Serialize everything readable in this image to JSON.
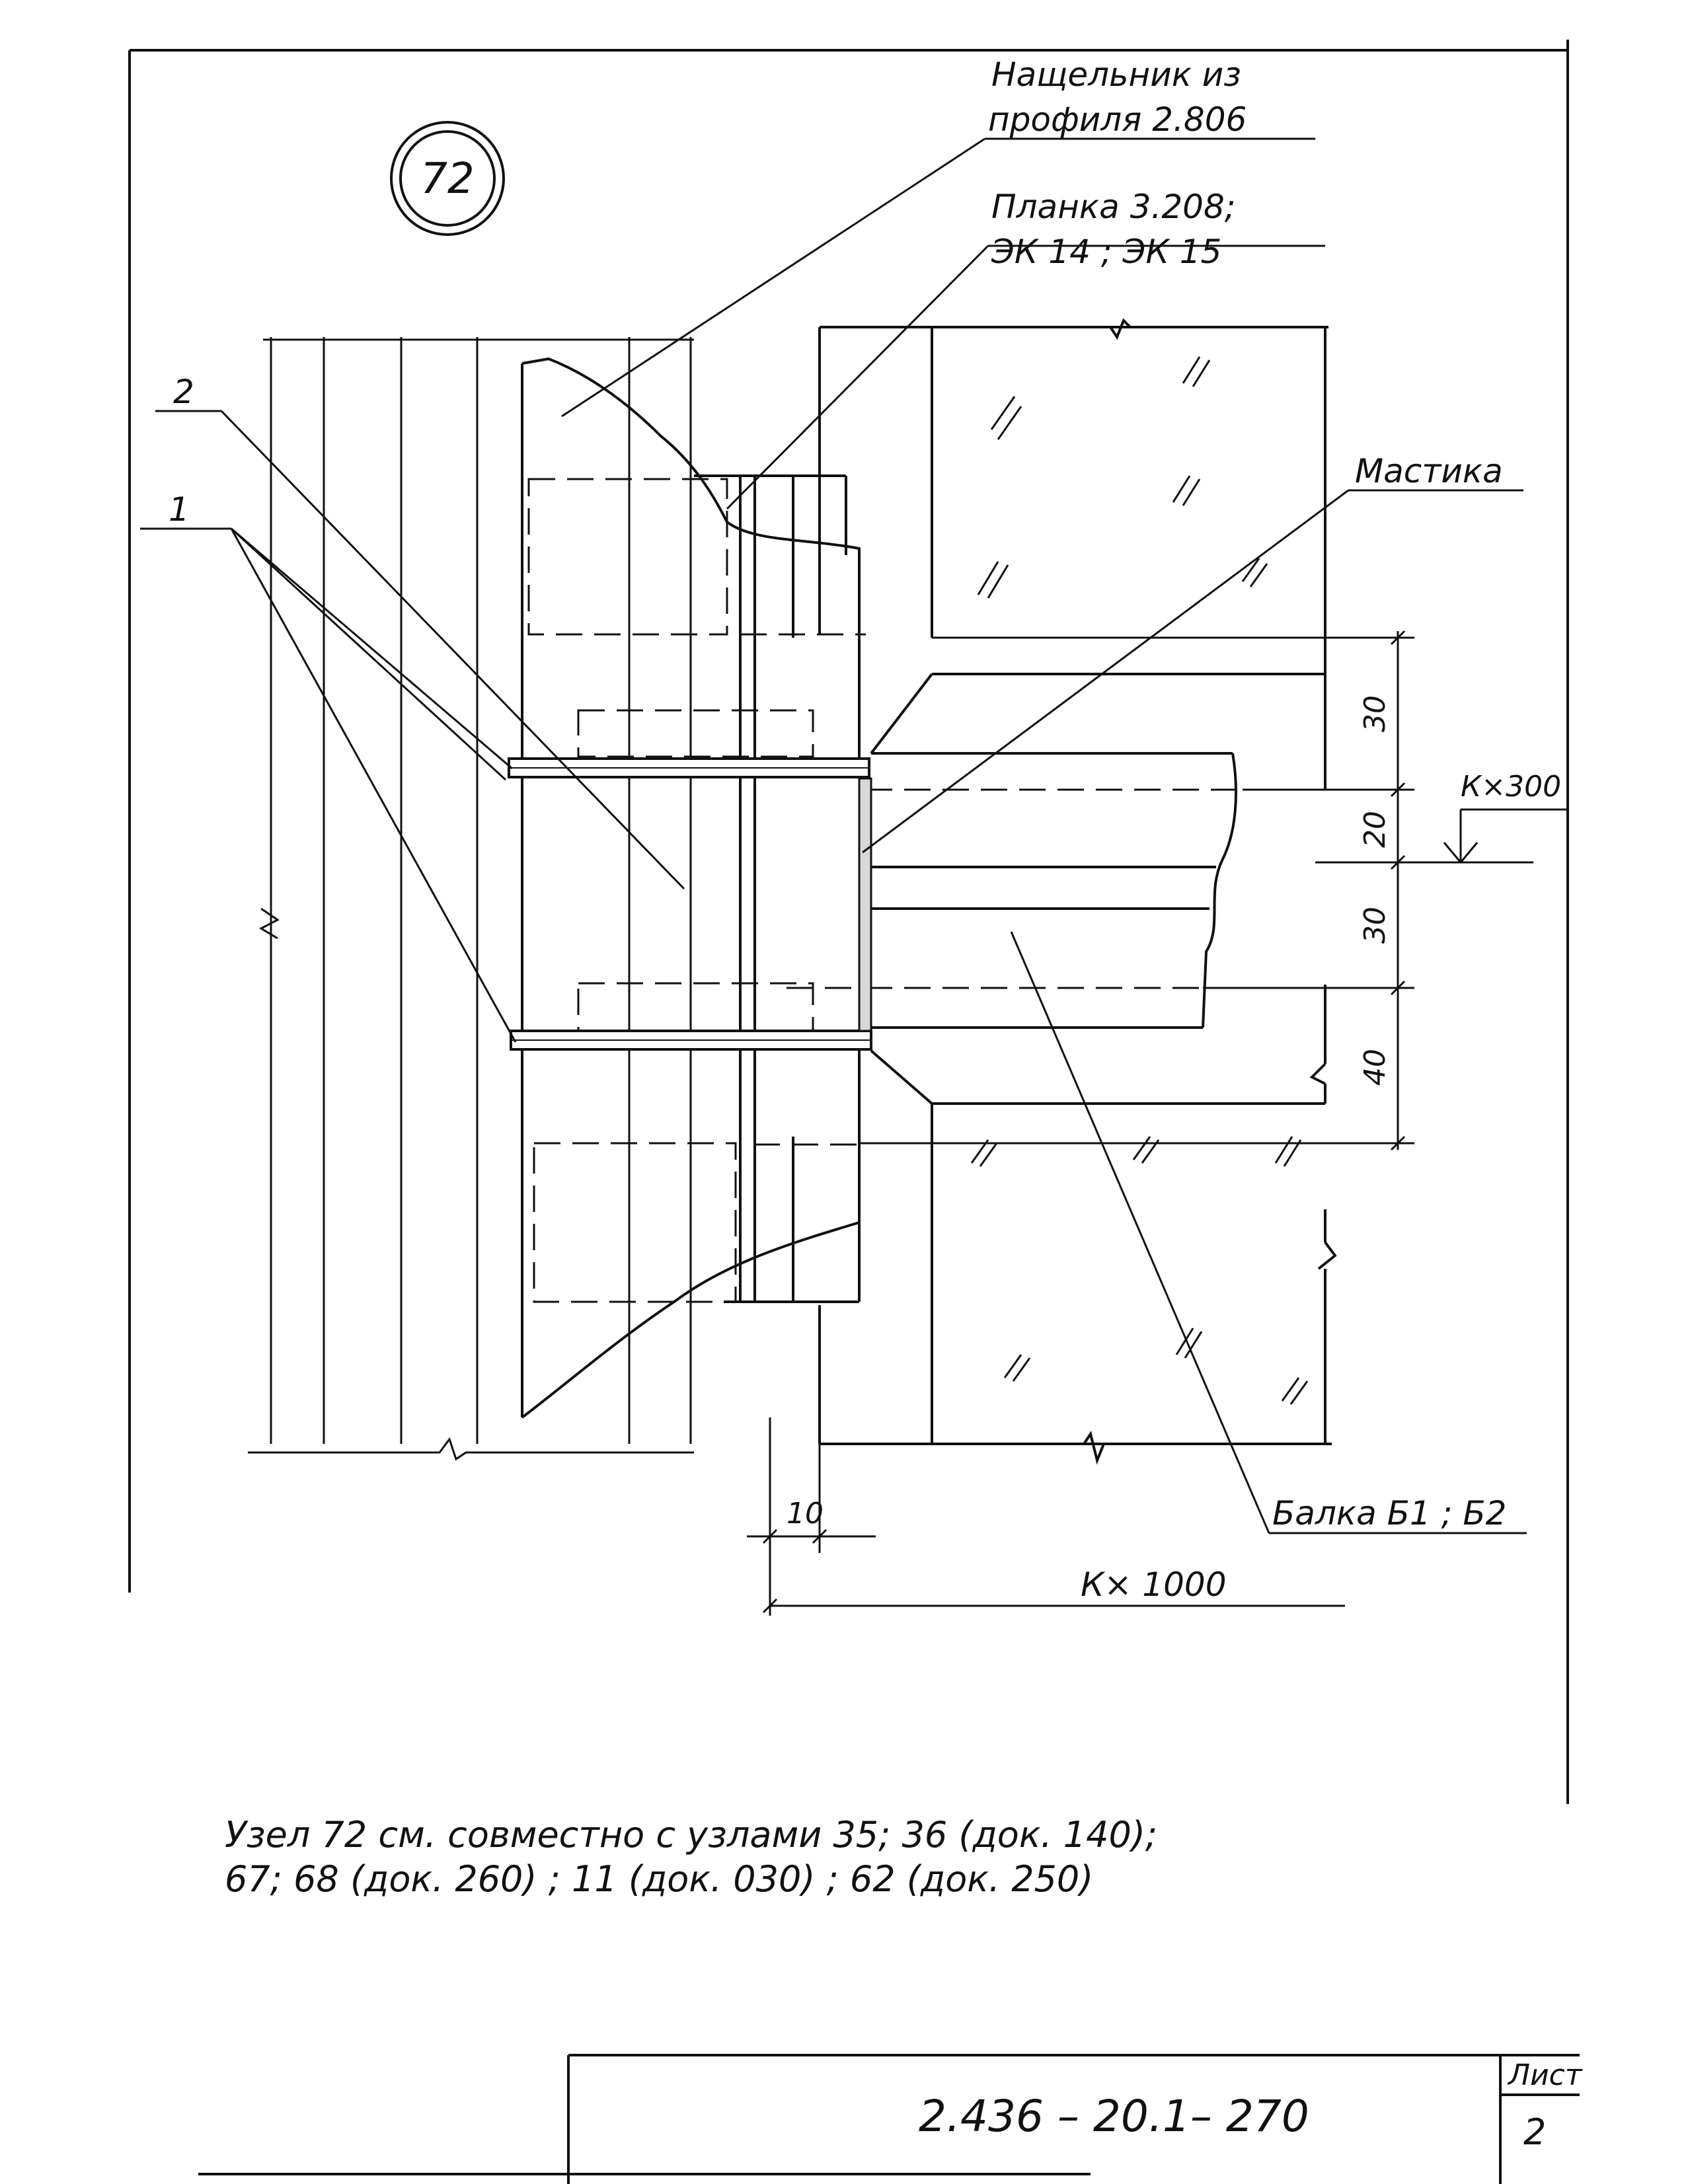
{
  "node_number": "72",
  "labels": {
    "nashchelnik_line1": "Нащельник из",
    "nashchelnik_line2": "профиля 2.806",
    "planka_line1": "Планка 3.208;",
    "planka_line2": "ЭК 14 ; ЭК 15",
    "mastika": "Мастика",
    "balka": "Балка Б1 ; Б2",
    "callout_1": "1",
    "callout_2": "2"
  },
  "dimensions": {
    "d30_top": "30",
    "d20": "20",
    "d30_bottom": "30",
    "d40": "40",
    "d10": "10",
    "kx300": "К×300",
    "kx1000": "К× 1000"
  },
  "note": {
    "line1": "Узел 72 см. совместно с узлами 35; 36 (док. 140);",
    "line2": "67; 68 (док. 260) ; 11 (док. 030) ; 62 (док. 250)"
  },
  "title_block": {
    "doc_code": "2.436 – 20.1– 270",
    "sheet_label": "Лист",
    "sheet_number": "2"
  }
}
